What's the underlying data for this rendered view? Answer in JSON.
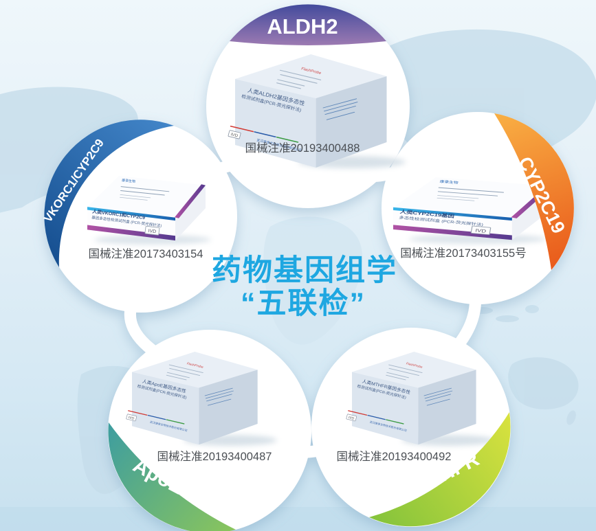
{
  "title": {
    "line1": "药物基因组学",
    "line2": "“五联检”",
    "color": "#1ea7e1"
  },
  "products": [
    {
      "gene": "ALDH2",
      "registration": "国械注准20193400488",
      "box_line1": "人类ALDH2基因多态性",
      "box_line2": "检测试剂盒(PCR-荧光探针法)",
      "company": "武汉康录生物技术股份有限公司",
      "ribbon_color_start": "#414a9c",
      "ribbon_color_end": "#9c7ab2"
    },
    {
      "gene": "VKORC1/CYP2C9",
      "registration": "国械注准20173403154",
      "box_line1": "人类VKORC1和CYP2C9",
      "box_line2": "基因多态性检测试剂盒 (PCR-荧光探针法)",
      "ribbon_color_start": "#4285c8",
      "ribbon_color_end": "#164f90"
    },
    {
      "gene": "CYP2C19",
      "registration": "国械注准20173403155号",
      "box_line1": "人类CYP2C19基因",
      "box_line2": "多态性检测试剂盒 (PCR-荧光探针法)",
      "ribbon_color_start": "#f9b044",
      "ribbon_color_end": "#e95a1b"
    },
    {
      "gene": "ApoE",
      "registration": "国械注准20193400487",
      "box_line1": "人类ApoE基因多态性",
      "box_line2": "检测试剂盒(PCR-荧光探针法)",
      "company": "武汉康录生物技术股份有限公司",
      "ribbon_color_start": "#3d9da0",
      "ribbon_color_end": "#8ac55c"
    },
    {
      "gene": "MTHFR",
      "registration": "国械注准20193400492",
      "box_line1": "人类MTHFR基因多态性",
      "box_line2": "检测试剂盒(PCR-荧光探针法)",
      "company": "武汉康录生物技术股份有限公司",
      "ribbon_color_start": "#d9e23e",
      "ribbon_color_end": "#84c33c"
    }
  ],
  "badges": {
    "ivd": "IVD"
  },
  "logos": {
    "cube": "FlashProbe",
    "flat": "康录生物"
  }
}
